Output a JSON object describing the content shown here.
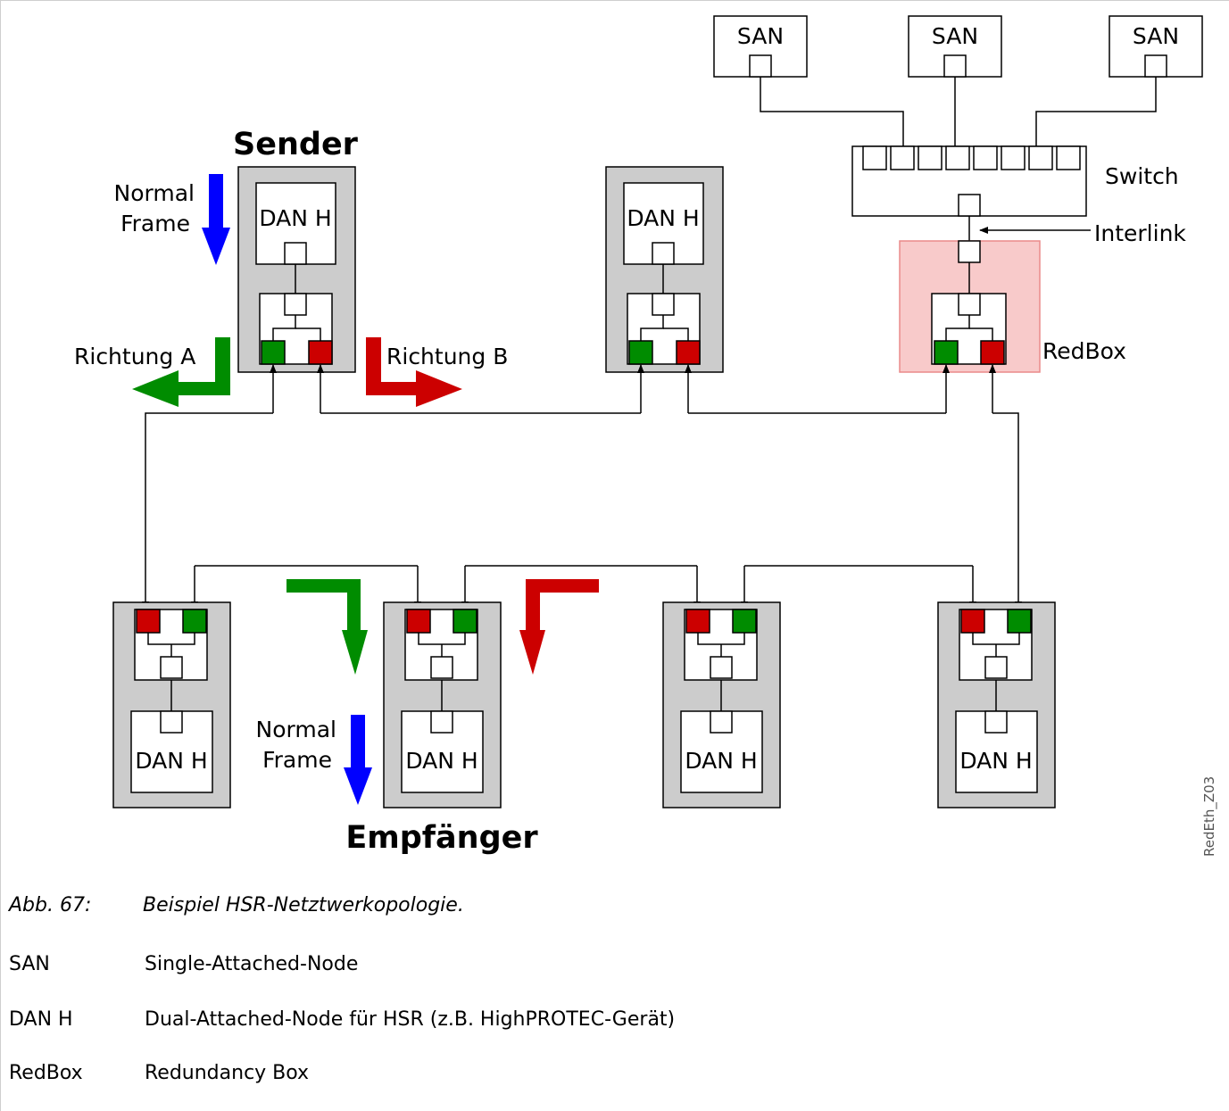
{
  "diagram": {
    "sender_title": "Sender",
    "receiver_title": "Empfänger",
    "normal_frame_line1": "Normal",
    "normal_frame_line2": "Frame",
    "richtung_a": "Richtung A",
    "richtung_b": "Richtung B",
    "switch_label": "Switch",
    "interlink_label": "Interlink",
    "redbox_label": "RedBox",
    "san_label": "SAN",
    "dan_label": "DAN H",
    "watermark": "RedEth_Z03",
    "colors": {
      "port_green": "#008c00",
      "port_red": "#cc0000",
      "arrow_blue": "#0000ff",
      "node_gray": "#cccccc",
      "redbox_fill": "#f8caca",
      "redbox_border": "#ea8a8a"
    }
  },
  "caption": {
    "number": "Abb. 67:",
    "text": "Beispiel HSR-Netztwerkopologie."
  },
  "legend": [
    {
      "term": "SAN",
      "description": "Single-Attached-Node"
    },
    {
      "term": "DAN H",
      "description": "Dual-Attached-Node für HSR (z.B. HighPROTEC-Gerät)"
    },
    {
      "term": "RedBox",
      "description": "Redundancy Box"
    }
  ]
}
